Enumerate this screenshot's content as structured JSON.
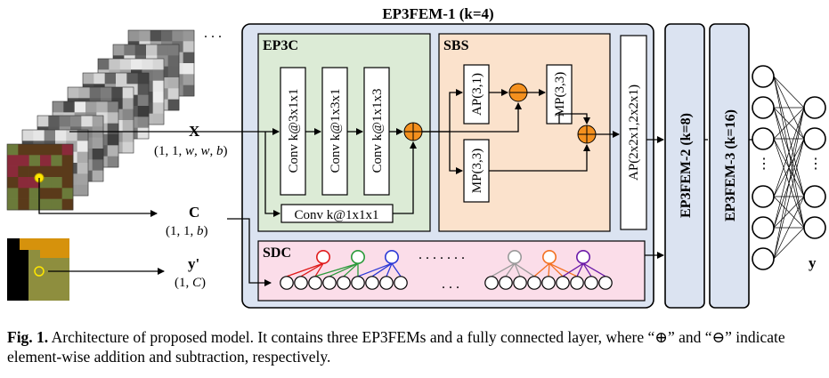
{
  "title": "EP3FEM-1 (k=4)",
  "modules": {
    "ep3c": {
      "label": "EP3C",
      "convs": [
        "Conv k@3x1x1",
        "Conv k@1x3x1",
        "Conv k@1x1x3"
      ],
      "bottom_conv": "Conv k@1x1x1"
    },
    "sbs": {
      "label": "SBS",
      "ap": "AP(3,1)",
      "mp_top": "MP(3,3)",
      "mp_bottom": "MP(3,3)"
    },
    "ap_final": "AP(2x2x1,2x2x1)",
    "sdc": {
      "label": "SDC",
      "dots": ". . . . . . .",
      "dots2": ". . ."
    }
  },
  "ep3fem2": "EP3FEM-2 (k=8)",
  "ep3fem3": "EP3FEM-3 (k=16)",
  "inputs": {
    "x_label": "X",
    "x_shape_pre": "(1, 1, ",
    "x_shape_w1": "w",
    "x_shape_mid1": ", ",
    "x_shape_w2": "w",
    "x_shape_mid2": ", ",
    "x_shape_b": "b",
    "x_shape_post": ")",
    "c_label": "C",
    "c_shape_pre": "(1, 1, ",
    "c_shape_b": "b",
    "c_shape_post": ")",
    "y_label": "y'",
    "y_shape_pre": "(1, ",
    "y_shape_c": "C",
    "y_shape_post": ")"
  },
  "output_label": "y",
  "fc_dots": "⋮",
  "stack_dots": ". . .",
  "caption": {
    "fig": "Fig. 1.",
    "text": " Architecture of proposed model. It contains three EP3FEMs and a fully connected layer, where “⊕” and “⊖” indicate element-wise addition and subtraction, respectively."
  },
  "colors": {
    "outer_fill": "#dbe3f1",
    "ep3c_fill": "#dcebd6",
    "sbs_fill": "#fbe2cc",
    "sdc_fill": "#fbdde9",
    "adder_fill": "#f4901e",
    "ring_colors": [
      "#e01c1c",
      "#2a9a3a",
      "#2b39d6",
      "#9a9a9a",
      "#f37021",
      "#6a1aa8"
    ]
  }
}
